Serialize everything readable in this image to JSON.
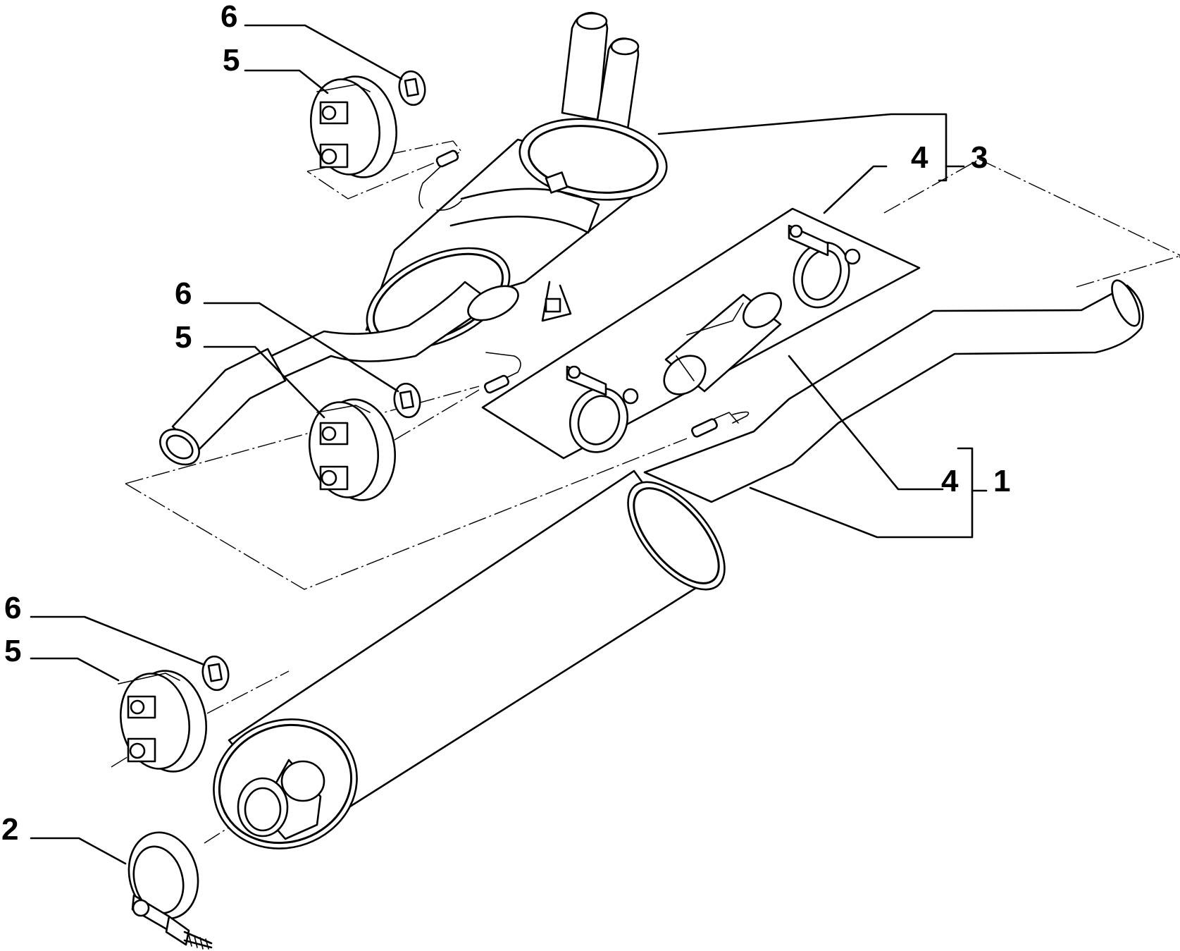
{
  "callouts": {
    "c1": "1",
    "c2": "2",
    "c3": "3",
    "c4a": "4",
    "c4b": "4",
    "c5a": "5",
    "c5b": "5",
    "c5c": "5",
    "c6a": "6",
    "c6b": "6",
    "c6c": "6"
  }
}
